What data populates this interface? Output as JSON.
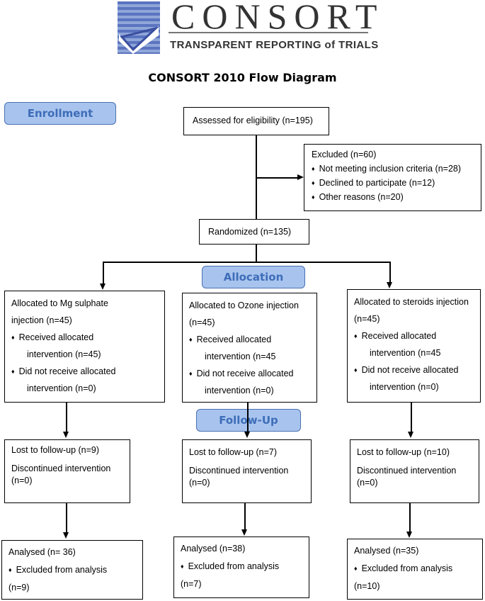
{
  "header": {
    "logo_word": "CONSORT",
    "logo_tagline": "TRANSPARENT REPORTING of TRIALS",
    "title": "CONSORT 2010 Flow Diagram"
  },
  "stages": {
    "enrollment": "Enrollment",
    "allocation": "Allocation",
    "follow_up": "Follow-Up"
  },
  "enrollment": {
    "assessed": "Assessed for eligibility (n=195)",
    "excluded_title": "Excluded  (n=60)",
    "excluded_items": [
      "Not meeting inclusion criteria (n=28)",
      "Declined to participate (n=12)",
      "Other reasons (n=20)"
    ],
    "randomized": "Randomized (n=135)"
  },
  "arms": [
    {
      "alloc_l1": "Allocated to Mg sulphate",
      "alloc_l2": "injection (n=45)",
      "recv_l1": "Received allocated",
      "recv_l2": "intervention (n=45)",
      "notrecv_l1": "Did not receive allocated",
      "notrecv_l2": "intervention (n=0)",
      "lost": "Lost to follow-up (n=9)",
      "disc_l1": "Discontinued intervention",
      "disc_l2": "(n=0)",
      "analysed": "Analysed (n= 36)",
      "excl_l1": "Excluded from analysis",
      "excl_l2": "(n=9)"
    },
    {
      "alloc_l1": "Allocated to Ozone injection",
      "alloc_l2": "(n=45)",
      "recv_l1": "Received allocated",
      "recv_l2": "intervention (n=45",
      "notrecv_l1": "Did not receive allocated",
      "notrecv_l2": "intervention (n=0)",
      "lost": "Lost to follow-up (n=7)",
      "disc_l1": "Discontinued intervention",
      "disc_l2": "(n=0)",
      "analysed": "Analysed (n=38)",
      "excl_l1": "Excluded from analysis",
      "excl_l2": "(n=7)"
    },
    {
      "alloc_l1": "Allocated to steroids injection",
      "alloc_l2": "(n=45)",
      "recv_l1": "Received allocated",
      "recv_l2": "intervention (n=45",
      "notrecv_l1": "Did not receive allocated",
      "notrecv_l2": "intervention (n=0)",
      "lost": "Lost to follow-up (n=10)",
      "disc_l1": "Discontinued intervention",
      "disc_l2": "(n=0)",
      "analysed": "Analysed (n=35)",
      "excl_l1": "Excluded from analysis",
      "excl_l2": "(n=10)"
    }
  ]
}
